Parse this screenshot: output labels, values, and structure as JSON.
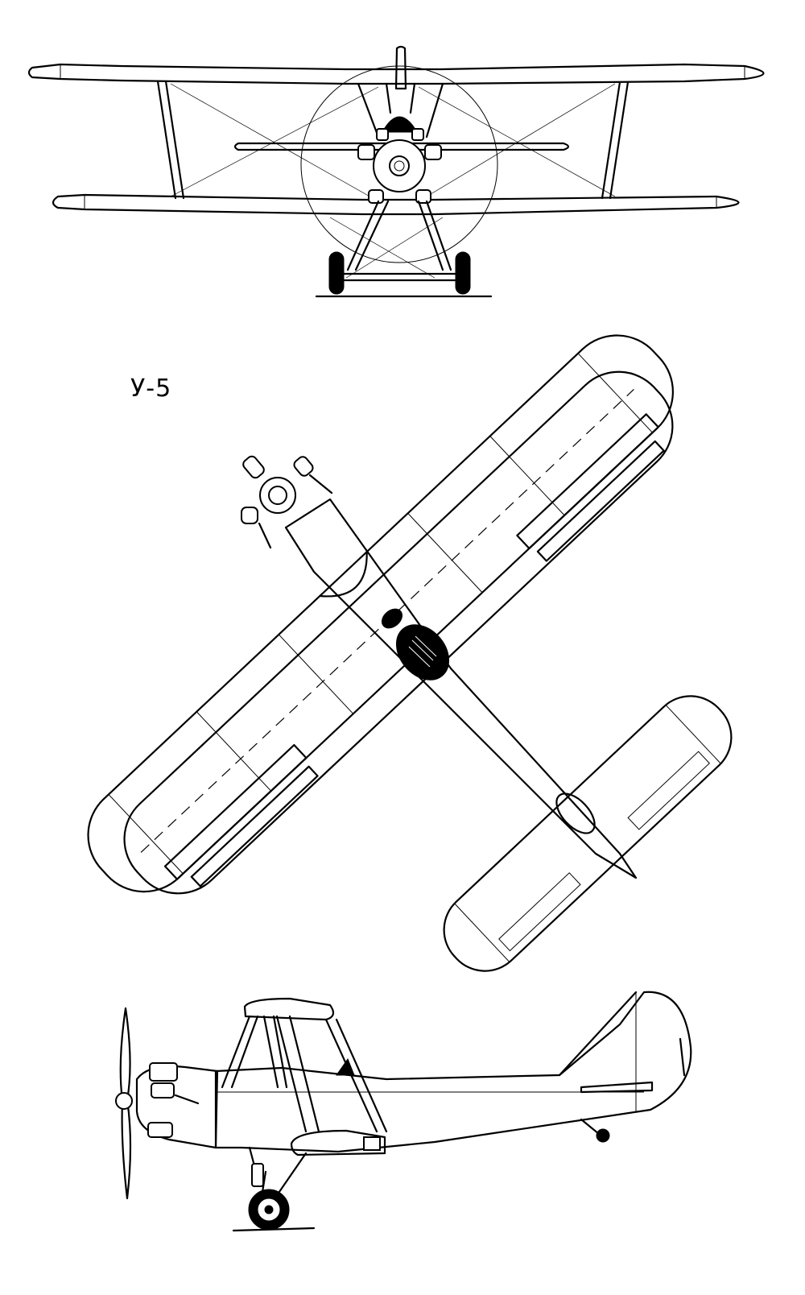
{
  "drawing": {
    "designation": "У-5",
    "views": [
      "front-view",
      "top-view",
      "side-view"
    ],
    "line_color": "#000000",
    "background_color": "#ffffff"
  }
}
